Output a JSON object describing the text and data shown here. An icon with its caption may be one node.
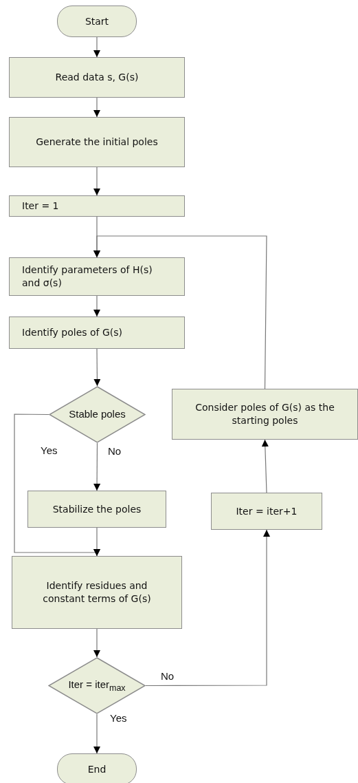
{
  "diagram": {
    "nodes": [
      {
        "text": [
          "Start"
        ]
      },
      {
        "text": [
          "Read data s, G(s)"
        ]
      },
      {
        "text": [
          "Generate the initial poles"
        ]
      },
      {
        "text": [
          "Iter = 1"
        ]
      },
      {
        "text": [
          "Identify parameters of H(s) and σ(s)"
        ]
      },
      {
        "text": [
          "Identify poles of G(s)"
        ]
      },
      {
        "text": [
          "Stable poles"
        ]
      },
      {
        "text": [
          "Stabilize the poles"
        ]
      },
      {
        "text": [
          "Identify residues and constant terms of G(s)"
        ]
      },
      {
        "text": [
          "Iter = iter$_{max}$"
        ]
      },
      {
        "text": [
          "End"
        ]
      },
      {
        "text": [
          "Iter = iter+1"
        ]
      },
      {
        "text": [
          "Consider poles of G(s) as the starting poles"
        ]
      }
    ],
    "edges": [
      {
        "from": 0,
        "to": 1,
        "arrow": "to"
      },
      {
        "from": 1,
        "to": 2,
        "arrow": "to"
      },
      {
        "from": 2,
        "to": 3,
        "arrow": "to"
      },
      {
        "from": 3,
        "to": 4,
        "arrow": "to"
      },
      {
        "from": 4,
        "to": 5,
        "arrow": "to"
      },
      {
        "from": 5,
        "to": 6,
        "arrow": "to"
      },
      {
        "from": 6,
        "to": 7,
        "arrow": "to",
        "label": "No"
      },
      {
        "from": 6,
        "to": 8,
        "arrow": "to",
        "label": "Yes"
      },
      {
        "from": 7,
        "to": 8,
        "arrow": "to"
      },
      {
        "from": 8,
        "to": 9,
        "arrow": "to"
      },
      {
        "from": 9,
        "to": 10,
        "arrow": "to",
        "label": "Yes"
      },
      {
        "from": 9,
        "to": 11,
        "arrow": "to",
        "label": "No"
      },
      {
        "from": 11,
        "to": 12,
        "arrow": "to"
      },
      {
        "from": 12,
        "to": 4,
        "arrow": "to"
      }
    ]
  }
}
